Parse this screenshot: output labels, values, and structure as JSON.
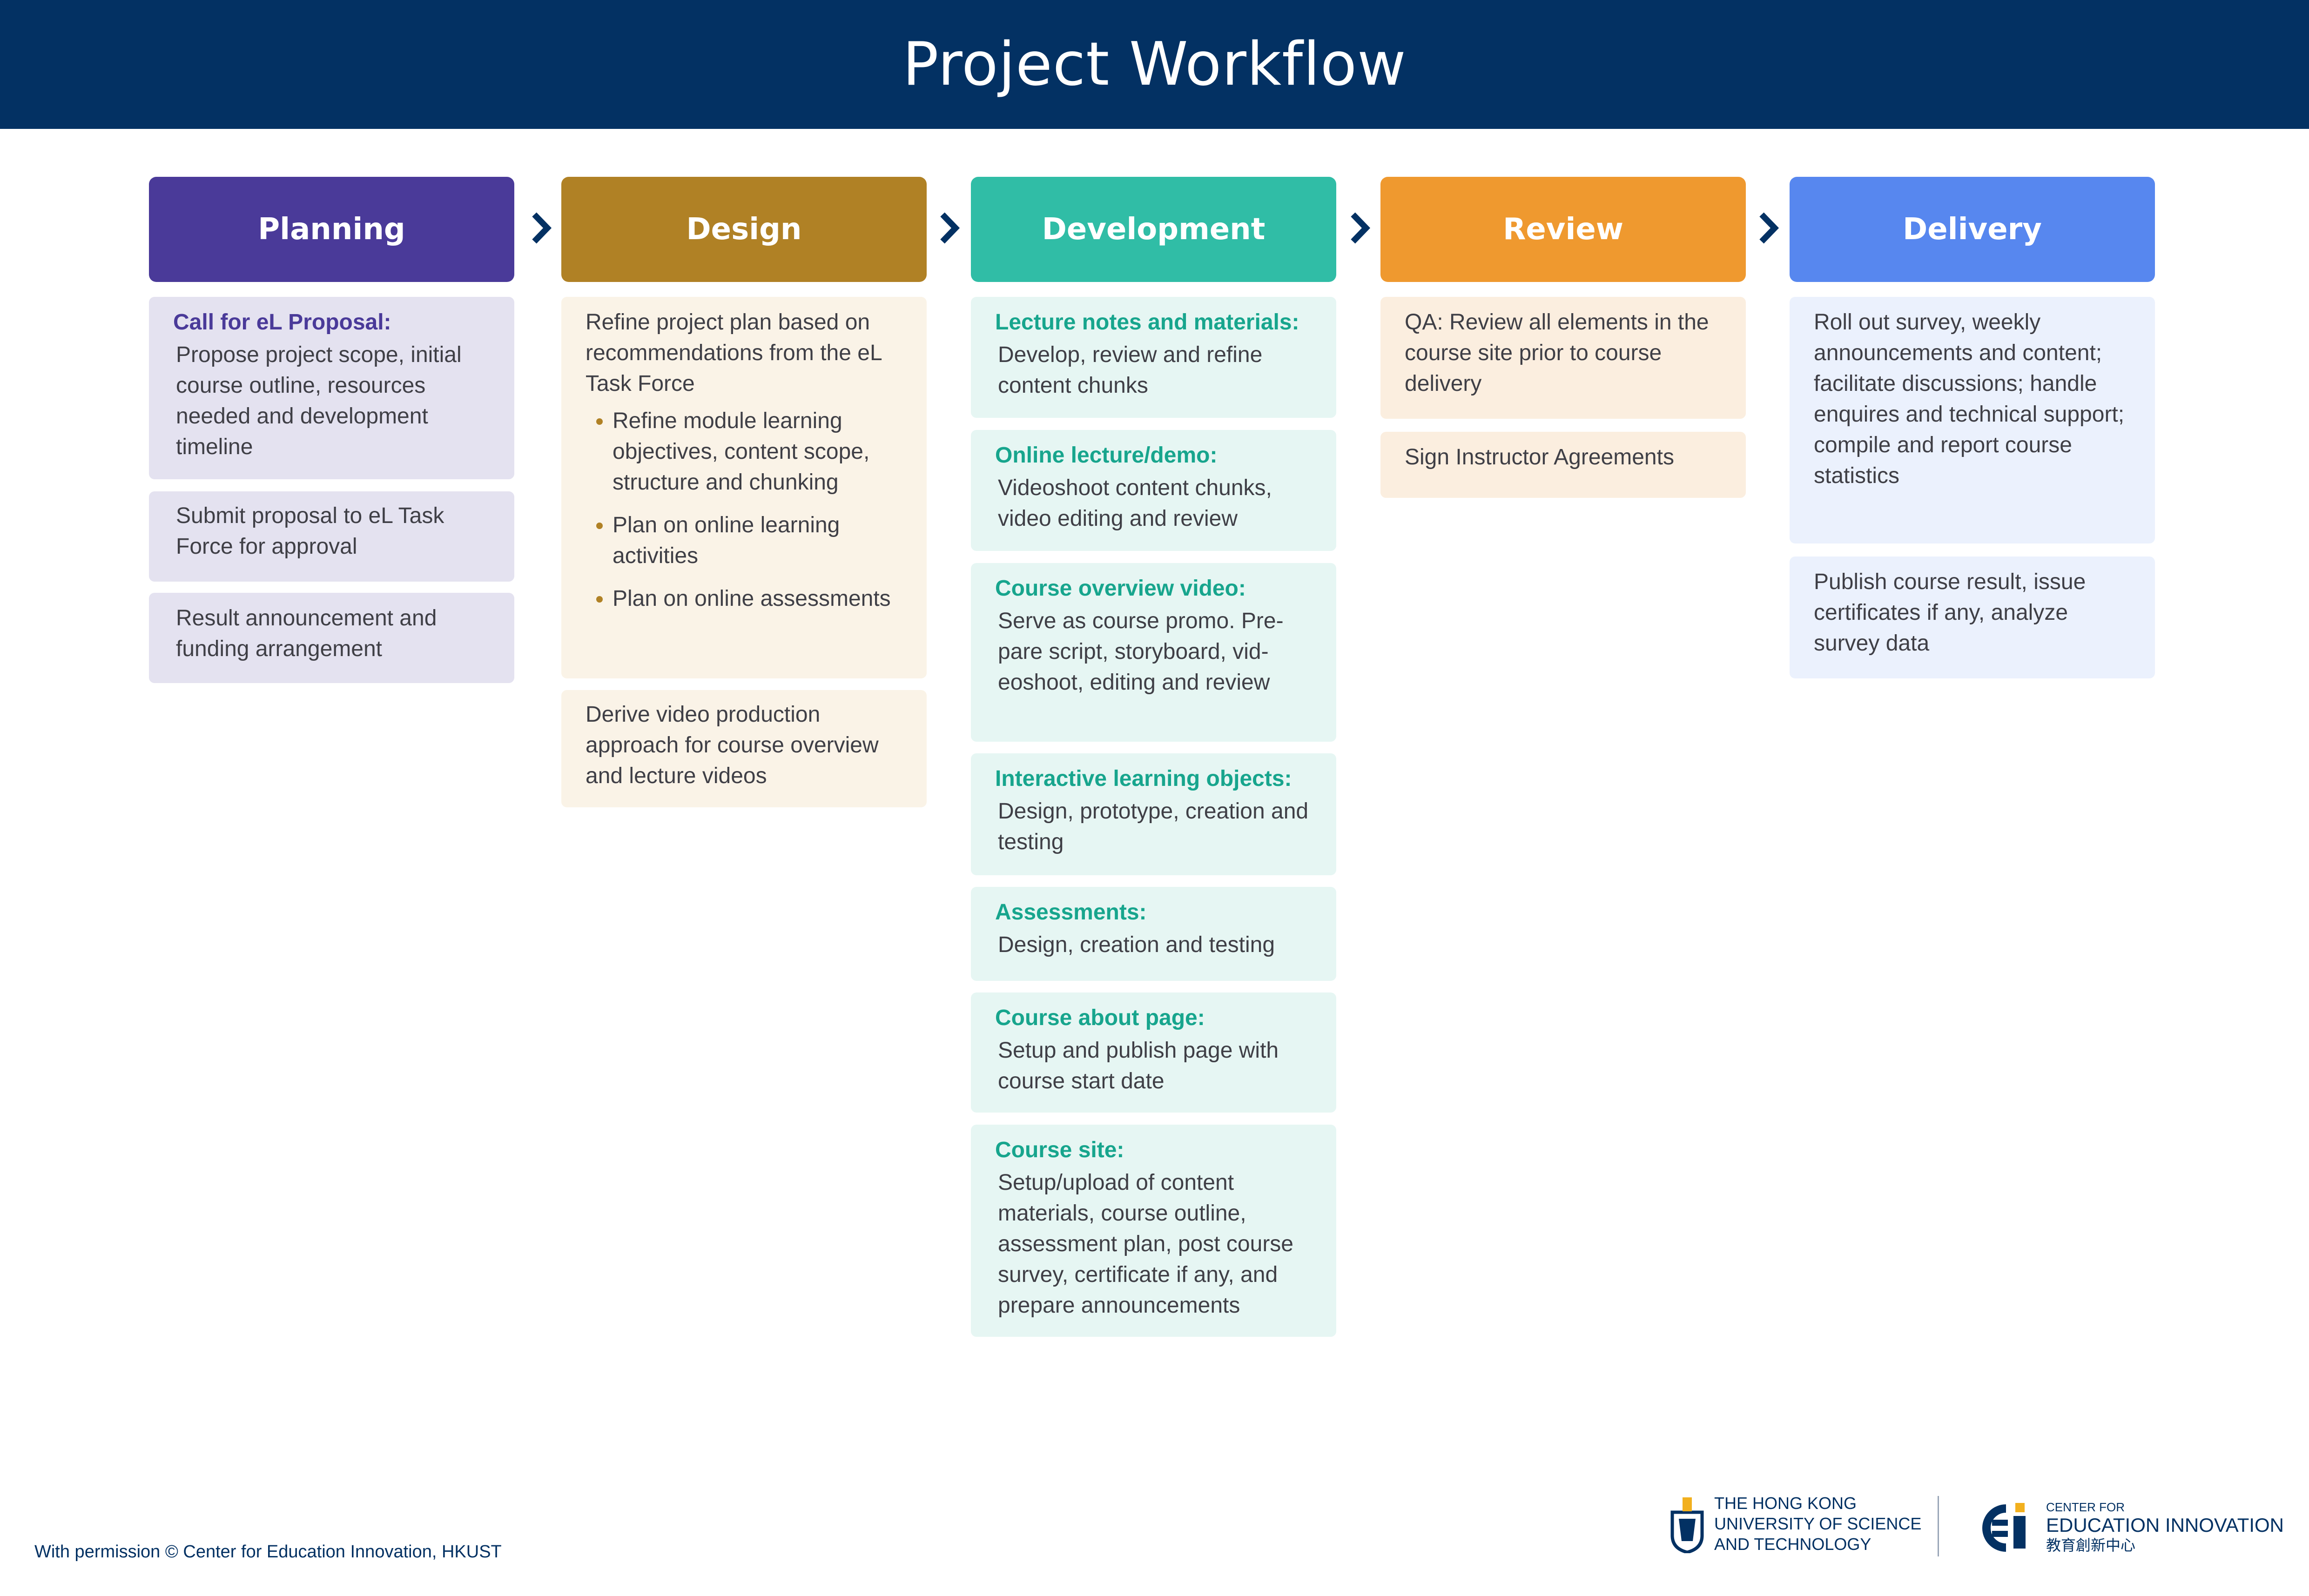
{
  "header": {
    "title": "Project Workflow"
  },
  "colors": {
    "header_bg": "#033163",
    "planning": "#4a3a99",
    "design": "#b08125",
    "development": "#30bda6",
    "review": "#ef992f",
    "delivery": "#5787ef",
    "arrow": "#033163"
  },
  "columns": {
    "planning": {
      "title": "Planning",
      "cards": [
        {
          "title": "Call for eL Proposal:",
          "text": "Propose project scope, initial course outline, resources needed and development timeline"
        },
        {
          "text": "Submit proposal to eL Task Force for approval"
        },
        {
          "text": "Result announcement and funding arrangement"
        }
      ]
    },
    "design": {
      "title": "Design",
      "cards": [
        {
          "text": "Refine project plan based on recommendations from the eL Task Force",
          "bullets": [
            "Refine module learning objectives, content scope, structure and chunking",
            "Plan on online learning activities",
            "Plan on online assessments"
          ]
        },
        {
          "text": "Derive video production approach for course overview and lecture videos"
        }
      ]
    },
    "development": {
      "title": "Development",
      "cards": [
        {
          "title": "Lecture notes and materials:",
          "text": "Develop, review and refine content chunks"
        },
        {
          "title": "Online lecture/demo:",
          "text": "Videoshoot content chunks, video editing and review"
        },
        {
          "title": "Course overview video:",
          "text": "Serve as course promo. Pre-pare script, storyboard, vid-eoshoot, editing and review"
        },
        {
          "title": "Interactive learning objects:",
          "text": "Design, prototype, creation and testing"
        },
        {
          "title": "Assessments:",
          "text": "Design, creation and testing"
        },
        {
          "title": "Course about page:",
          "text": "Setup and publish page with course start date"
        },
        {
          "title": "Course site:",
          "text": "Setup/upload of content materials, course outline, assessment plan, post course survey, certificate if any, and prepare announcements"
        }
      ]
    },
    "review": {
      "title": "Review",
      "cards": [
        {
          "text": "QA: Review all elements in the course site prior to course delivery"
        },
        {
          "text": "Sign Instructor Agreements"
        }
      ]
    },
    "delivery": {
      "title": "Delivery",
      "cards": [
        {
          "text": "Roll out survey, weekly announcements and content; facilitate discussions; handle enquires and technical support; compile and report course statistics"
        },
        {
          "text": "Publish course result, issue certificates if any, analyze survey data"
        }
      ]
    }
  },
  "footer": {
    "note": "With permission © Center for Education Innovation, HKUST",
    "hkust_line1": "THE HONG KONG",
    "hkust_line2": "UNIVERSITY OF SCIENCE",
    "hkust_line3": "AND TECHNOLOGY",
    "cei_small": "CENTER FOR",
    "cei_big": "EDUCATION INNOVATION",
    "cei_chinese": "教育創新中心"
  }
}
